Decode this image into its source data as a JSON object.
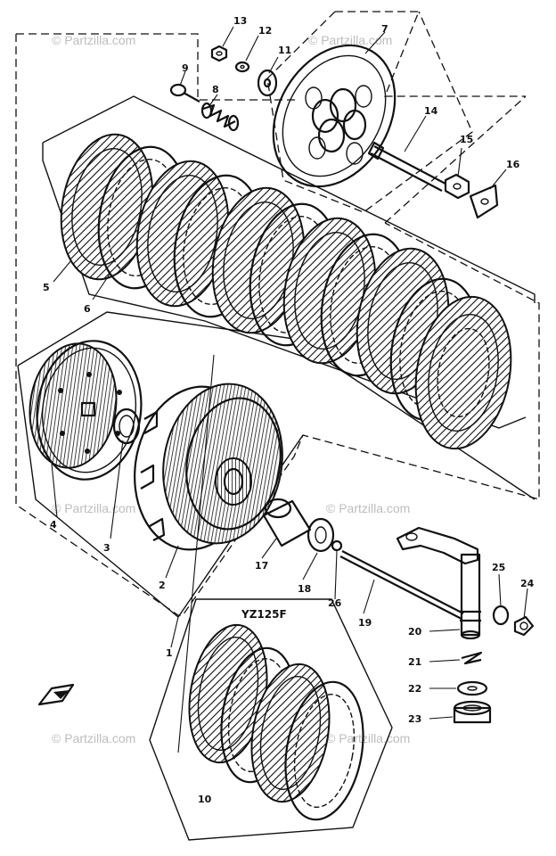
{
  "watermarks": [
    "© Partzilla.com",
    "© Partzilla.com",
    "© Partzilla.com",
    "© Partzilla.com",
    "© Partzilla.com",
    "© Partzilla.com"
  ],
  "model_label": "YZ125F",
  "callouts": [
    "1",
    "2",
    "3",
    "4",
    "5",
    "6",
    "7",
    "8",
    "9",
    "10",
    "11",
    "12",
    "13",
    "14",
    "15",
    "16",
    "17",
    "18",
    "19",
    "20",
    "21",
    "22",
    "23",
    "24",
    "25",
    "26"
  ]
}
